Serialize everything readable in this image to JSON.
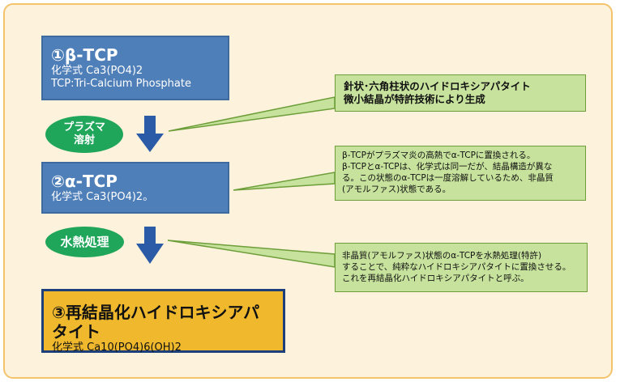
{
  "box1": {
    "title": "①β-TCP",
    "line1": "化学式 Ca3(PO4)2",
    "line2": "TCP:Tri-Calcium Phosphate"
  },
  "oval1": {
    "line1": "プラズマ",
    "line2": "溶射"
  },
  "box2": {
    "title": "②α-TCP",
    "line1": "化学式 Ca3(PO4)2。"
  },
  "oval2": {
    "label": "水熱処理"
  },
  "box3": {
    "title": "③再結晶化ハイドロキシアパタイト",
    "line1": "化学式 Ca10(PO4)6(OH)2"
  },
  "callout1": {
    "line1": "針状･六角柱状のハイドロキシアパタイト",
    "line2": "微小結晶が特許技術により生成"
  },
  "callout2": {
    "line1": "β-TCPがプラズマ炎の高熱でα-TCPに置換される。",
    "line2": "β-TCPとα-TCPは、化学式は同一だが、結晶構造が異な",
    "line3": "る。この状態のα-TCPは一度溶解しているため、非晶質",
    "line4": "(アモルファス)状態である。"
  },
  "callout3": {
    "line1": "非晶質(アモルファス)状態のα-TCPを水熱処理(特許)",
    "line2": "することで、純粋なハイドロキシアパタイトに置換させる。",
    "line3": "これを再結晶化ハイドロキシアパタイトと呼ぶ。"
  },
  "colors": {
    "frame_bg": "#fdf2dc",
    "frame_border": "#f5c36e",
    "blue_box": "#4f7fb8",
    "yellow_box": "#f0b92d",
    "oval_green": "#1fa65a",
    "callout_green": "#c6e29c",
    "arrow_blue": "#2b5aa6"
  }
}
